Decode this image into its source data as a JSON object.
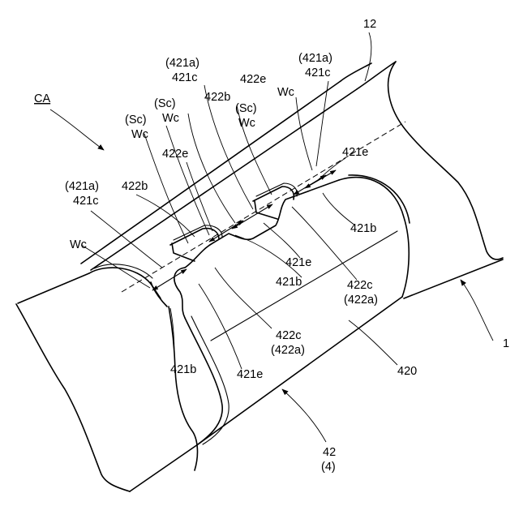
{
  "figure": {
    "labels": {
      "ref_12": "12",
      "ref_1": "1",
      "ref_ca": "CA",
      "ref_420": "420",
      "ref_42": "42",
      "ref_4": "(4)",
      "top_right_421a": "(421a)",
      "top_right_421c": "421c",
      "top_mid_421a": "(421a)",
      "top_mid_421c": "421c",
      "left_421a": "(421a)",
      "left_421c": "421c",
      "wc_left": "Wc",
      "wc_a": "Wc",
      "wc_b": "Wc",
      "wc_c": "Wc",
      "wc_d": "Wc",
      "sc_a": "(Sc)",
      "sc_b": "(Sc)",
      "sc_c": "(Sc)",
      "ref_422e_mid": "422e",
      "ref_422e_top": "422e",
      "ref_422b_left": "422b",
      "ref_422b_top": "422b",
      "ref_421e_right": "421e",
      "ref_421e_mid": "421e",
      "ref_421e_bottom": "421e",
      "ref_421b_right": "421b",
      "ref_421b_mid": "421b",
      "ref_421b_bottom": "421b",
      "ref_422c_right": "422c",
      "ref_422a_right": "(422a)",
      "ref_422c_mid": "422c",
      "ref_422a_mid": "(422a)"
    }
  }
}
